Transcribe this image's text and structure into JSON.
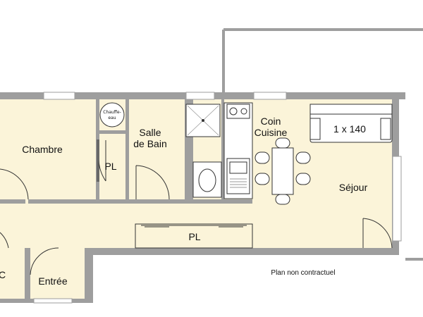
{
  "colors": {
    "floor": "#fbf4d9",
    "wall": "#9e9e9e",
    "window": "#ffffff",
    "fixture_line": "#333333",
    "background": "#ffffff"
  },
  "rooms": {
    "chambre": "Chambre",
    "pl_bedroom": "PL",
    "salle_de_bain_line1": "Salle",
    "salle_de_bain_line2": "de Bain",
    "coin_cuisine_line1": "Coin",
    "coin_cuisine_line2": "Cuisine",
    "sejour": "Séjour",
    "pl_hall": "PL",
    "entree": "Entrée",
    "wc_partial": "C"
  },
  "fixtures": {
    "sofa_bed": "1 x 140",
    "water_heater_line1": "Chauffe-",
    "water_heater_line2": "eau"
  },
  "notes": {
    "disclaimer": "Plan non contractuel"
  }
}
